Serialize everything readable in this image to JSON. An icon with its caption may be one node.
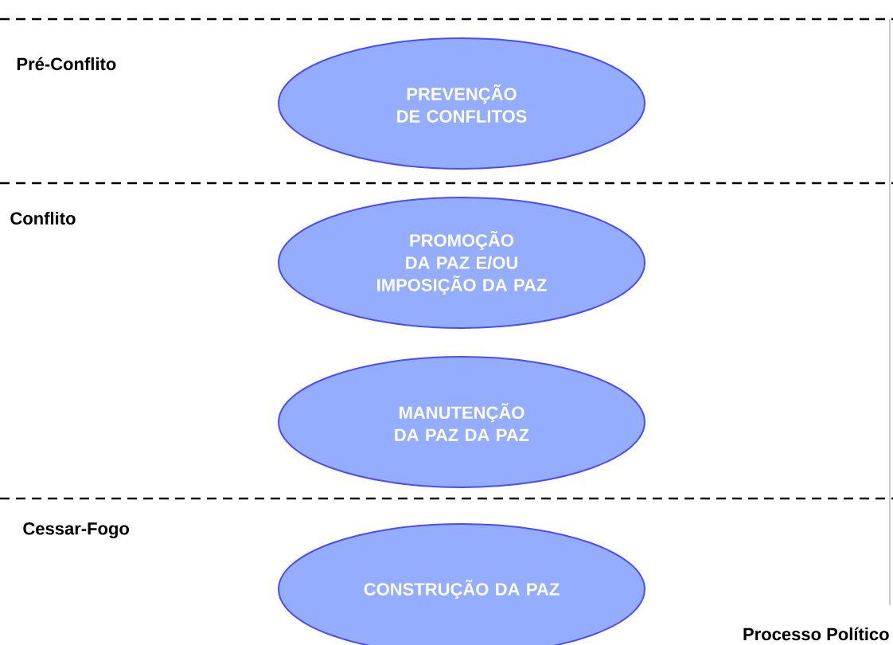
{
  "diagram": {
    "nodes": [
      {
        "text": [
          "PREVENÇÃO DE CONFLITOS"
        ]
      },
      {
        "text": [
          "PROMOÇÃO DA PAZ E/OU IMPOSIÇÃO DA PAZ"
        ]
      },
      {
        "text": [
          "MANUTENÇÃO DA PAZ DA PAZ"
        ]
      },
      {
        "text": [
          "CONSTRUÇÃO DA PAZ"
        ]
      }
    ],
    "labels": [
      "Pré-Conflito",
      "Conflito",
      "Cessar-Fogo",
      "Processo Político"
    ]
  }
}
